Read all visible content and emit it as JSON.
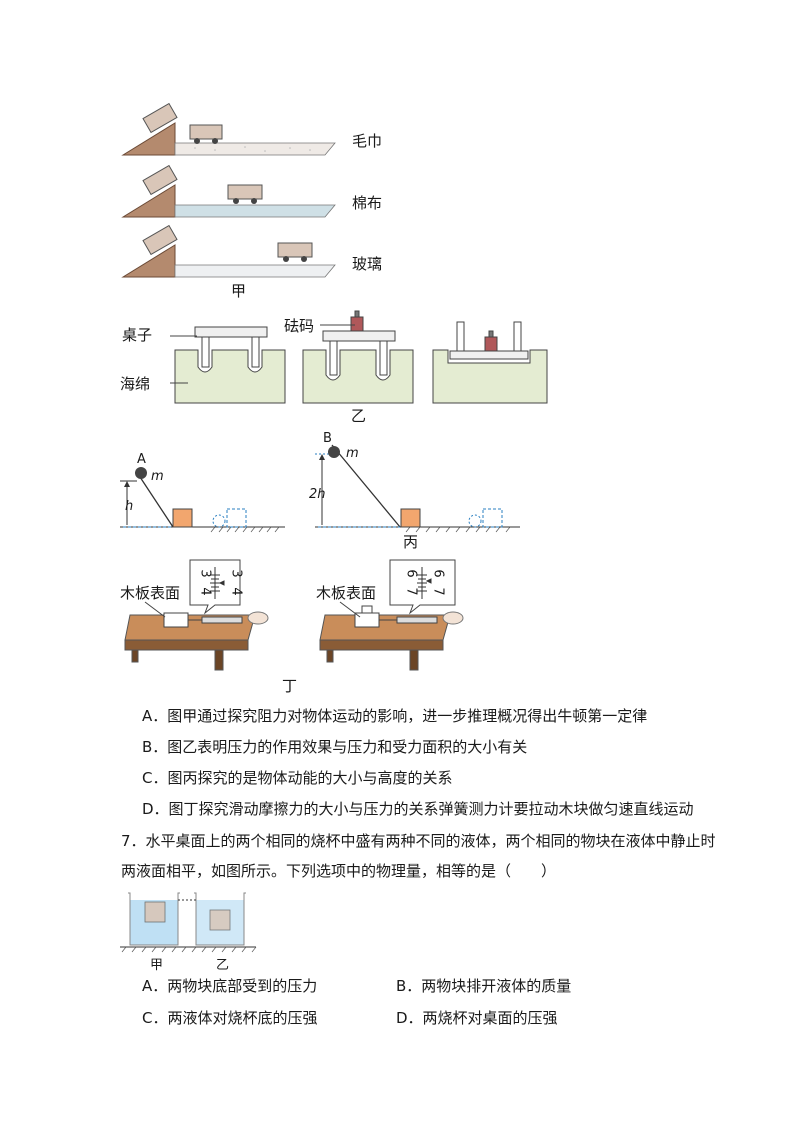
{
  "fig_jia": {
    "surfaces": [
      "毛巾",
      "棉布",
      "玻璃"
    ],
    "caption": "甲"
  },
  "fig_yi": {
    "labels": {
      "table": "桌子",
      "weight": "砝码",
      "sponge": "海绵"
    },
    "caption": "乙"
  },
  "fig_bing": {
    "left": {
      "point": "A",
      "mass": "m",
      "height": "h"
    },
    "right": {
      "point": "B",
      "mass": "m",
      "height": "2h"
    },
    "caption": "丙"
  },
  "fig_ding": {
    "labels": [
      "木板表面",
      "木板表面"
    ],
    "gauge_left": {
      "top_left": "3",
      "top_right": "3",
      "bottom_left": "4",
      "bottom_right": "4"
    },
    "gauge_right": {
      "top_left": "6",
      "top_right": "6",
      "bottom_left": "7",
      "bottom_right": "7"
    },
    "caption": "丁"
  },
  "q6_options": [
    "A．图甲通过探究阻力对物体运动的影响，进一步推理概况得出牛顿第一定律",
    "B．图乙表明压力的作用效果与压力和受力面积的大小有关",
    "C．图丙探究的是物体动能的大小与高度的关系",
    "D．图丁探究滑动摩擦力的大小与压力的关系弹簧测力计要拉动木块做匀速直线运动"
  ],
  "q7": {
    "stem_line1": "7．水平桌面上的两个相同的烧杯中盛有两种不同的液体，两个相同的物块在液体中静止时",
    "stem_line2": "两液面相平，如图所示。下列选项中的物理量，相等的是（　　）",
    "beaker_labels": [
      "甲",
      "乙"
    ],
    "options": [
      "A．两物块底部受到的压力",
      "B．两物块排开液体的质量",
      "C．两液体对烧杯底的压强",
      "D．两烧杯对桌面的压强"
    ]
  },
  "colors": {
    "ramp": "#b48a6e",
    "block": "#d9c6b8",
    "towel": "#efeae6",
    "cotton": "#cfe0e6",
    "glass": "#eef0f2",
    "sponge": "#e4ecd2",
    "cube": "#f2a66e",
    "dashed": "#2a7fc1",
    "water": "#a9d6f0",
    "wood": "#b07a4c",
    "board": "#c98d5a"
  }
}
